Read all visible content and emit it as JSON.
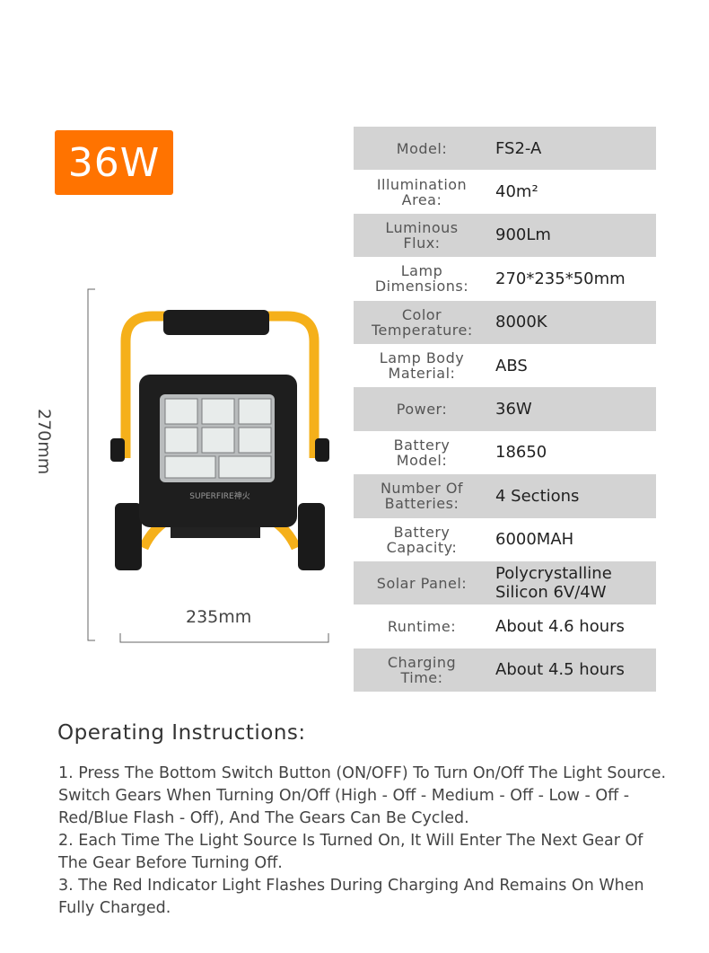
{
  "badge": "36W",
  "specs": [
    {
      "label": "Model:",
      "value": "FS2-A"
    },
    {
      "label": "Illumination Area:",
      "value": "40m²"
    },
    {
      "label": "Luminous Flux:",
      "value": "900Lm"
    },
    {
      "label": "Lamp Dimensions:",
      "value": "270*235*50mm"
    },
    {
      "label": "Color Temperature:",
      "value": "8000K"
    },
    {
      "label": "Lamp Body Material:",
      "value": "ABS"
    },
    {
      "label": "Power:",
      "value": "36W"
    },
    {
      "label": "Battery Model:",
      "value": "18650"
    },
    {
      "label": "Number Of Batteries:",
      "value": "4 Sections"
    },
    {
      "label": "Battery Capacity:",
      "value": "6000MAH"
    },
    {
      "label": "Solar Panel:",
      "value": "Polycrystalline Silicon 6V/4W"
    },
    {
      "label": "Runtime:",
      "value": "About 4.6 hours"
    },
    {
      "label": "Charging Time:",
      "value": "About 4.5 hours"
    }
  ],
  "dimensions": {
    "height": "270mm",
    "width": "235mm"
  },
  "product_logo": "SUPERFIRE神火",
  "instructions": {
    "title": "Operating Instructions:",
    "items": [
      "1. Press The Bottom Switch Button (ON/OFF) To Turn On/Off The Light Source. Switch Gears When Turning On/Off (High - Off - Medium - Off - Low - Off - Red/Blue Flash - Off), And The Gears Can Be Cycled.",
      "2. Each Time The Light Source Is Turned On, It Will Enter The Next Gear Of The Gear Before Turning Off.",
      "3. The Red Indicator Light Flashes During Charging And Remains On When Fully Charged."
    ]
  },
  "colors": {
    "accent": "#ff7300",
    "row_gray": "#d3d3d3",
    "frame": "#f5b01a"
  }
}
